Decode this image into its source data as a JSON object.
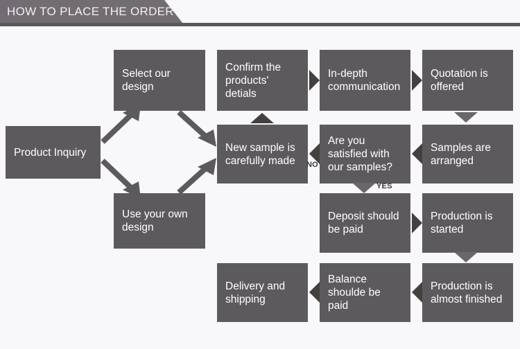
{
  "header": {
    "title": "HOW TO PLACE THE ORDER",
    "banner_color": "#716d72",
    "rule_color": "#5a575b",
    "text_color": "#f2eff2"
  },
  "theme": {
    "background": "#f8f7fa",
    "node_fill": "#5d5a5e",
    "node_text": "#ffffff",
    "arrow_dark": "#44403f",
    "arrow_light": "#6a6669",
    "connector": "#5d5a5e"
  },
  "diagram": {
    "type": "flowchart",
    "nodes": [
      {
        "id": "product-inquiry",
        "label": "Product Inquiry",
        "row": 2,
        "col": 0
      },
      {
        "id": "select-our-design",
        "label": "Select our design",
        "row": 1,
        "col": 1
      },
      {
        "id": "use-your-own-design",
        "label": "Use your own design",
        "row": 3,
        "col": 1
      },
      {
        "id": "new-sample",
        "label": "New sample is carefully made",
        "row": 2,
        "col": 2
      },
      {
        "id": "confirm-details",
        "label": "Confirm the products' detials",
        "row": 1,
        "col": 2
      },
      {
        "id": "in-depth-communication",
        "label": "In-depth communication",
        "row": 1,
        "col": 3
      },
      {
        "id": "quotation-offered",
        "label": "Quotation is offered",
        "row": 1,
        "col": 4
      },
      {
        "id": "are-you-satisfied",
        "label": "Are you satisfied with our samples?",
        "row": 2,
        "col": 3
      },
      {
        "id": "samples-arranged",
        "label": "Samples are arranged",
        "row": 2,
        "col": 4
      },
      {
        "id": "deposit-paid",
        "label": "Deposit should be paid",
        "row": 3,
        "col": 3
      },
      {
        "id": "production-started",
        "label": "Production is started",
        "row": 3,
        "col": 4
      },
      {
        "id": "production-almost-finished",
        "label": "Production is almost finished",
        "row": 4,
        "col": 4
      },
      {
        "id": "balance-paid",
        "label": "Balance shoulde be paid",
        "row": 4,
        "col": 3
      },
      {
        "id": "delivery-shipping",
        "label": "Delivery and shipping",
        "row": 4,
        "col": 2
      }
    ],
    "branch_labels": {
      "no": "NO",
      "yes": "YES"
    },
    "edges": [
      {
        "from": "product-inquiry",
        "to": "select-our-design",
        "kind": "diagonal-up"
      },
      {
        "from": "product-inquiry",
        "to": "use-your-own-design",
        "kind": "diagonal-down"
      },
      {
        "from": "select-our-design",
        "to": "new-sample",
        "kind": "diagonal-down"
      },
      {
        "from": "use-your-own-design",
        "to": "new-sample",
        "kind": "diagonal-up"
      },
      {
        "from": "new-sample",
        "to": "confirm-details",
        "kind": "up"
      },
      {
        "from": "confirm-details",
        "to": "in-depth-communication",
        "kind": "right"
      },
      {
        "from": "in-depth-communication",
        "to": "quotation-offered",
        "kind": "right"
      },
      {
        "from": "quotation-offered",
        "to": "samples-arranged",
        "kind": "down"
      },
      {
        "from": "samples-arranged",
        "to": "are-you-satisfied",
        "kind": "left"
      },
      {
        "from": "are-you-satisfied",
        "to": "new-sample",
        "kind": "left",
        "label": "NO"
      },
      {
        "from": "are-you-satisfied",
        "to": "deposit-paid",
        "kind": "down",
        "label": "YES"
      },
      {
        "from": "deposit-paid",
        "to": "production-started",
        "kind": "right"
      },
      {
        "from": "production-started",
        "to": "production-almost-finished",
        "kind": "down"
      },
      {
        "from": "production-almost-finished",
        "to": "balance-paid",
        "kind": "left"
      },
      {
        "from": "balance-paid",
        "to": "delivery-shipping",
        "kind": "left"
      }
    ]
  }
}
